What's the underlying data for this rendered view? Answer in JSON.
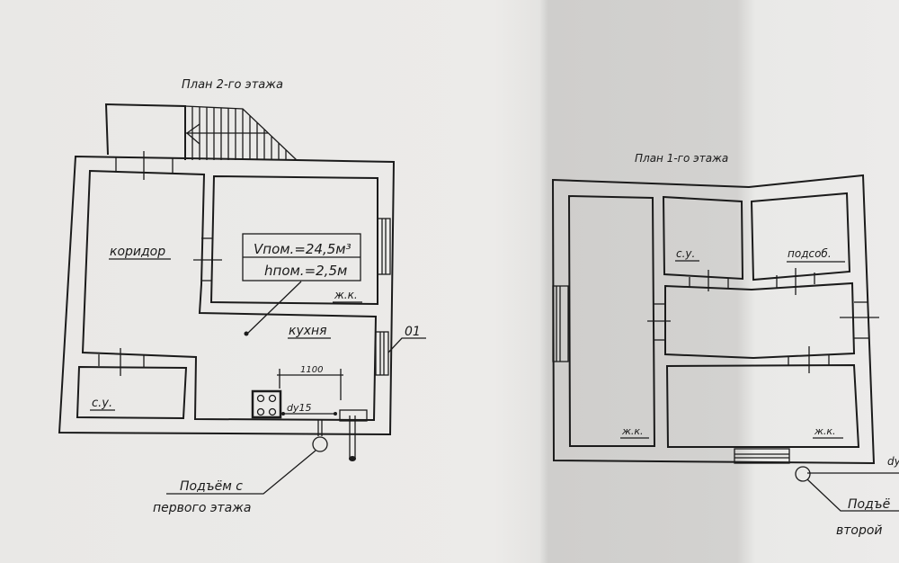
{
  "plan2": {
    "title": "План 2-го этажа",
    "rooms": {
      "corridor": "коридор",
      "living": "ж.к.",
      "kitchen": "кухня",
      "bathroom": "с.у."
    },
    "volume_label": "Vпом.=24,5м³",
    "height_label": "hпом.=2,5м",
    "marker": "01",
    "dimension": "1100",
    "pipe": "dy15",
    "riser_note_line1": "Подъём с",
    "riser_note_line2": "первого этажа"
  },
  "plan1": {
    "title": "План 1-го этажа",
    "rooms": {
      "bathroom": "с.у.",
      "utility": "подсоб.",
      "living_left": "ж.к.",
      "living_right": "ж.к."
    },
    "pipe": "dy",
    "riser_note_line1": "Подъё",
    "riser_note_line2": "второй"
  }
}
